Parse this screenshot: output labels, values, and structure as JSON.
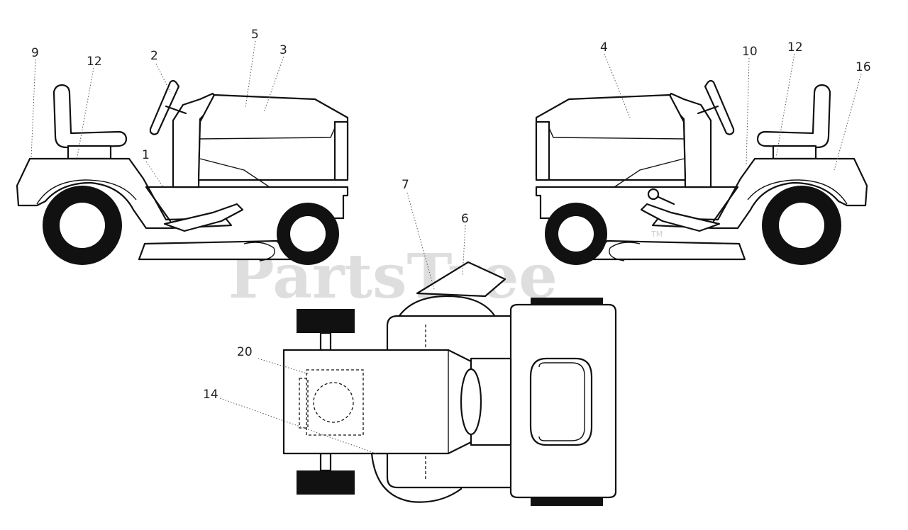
{
  "diagram": {
    "callouts": [
      {
        "id": "c9",
        "label": "9"
      },
      {
        "id": "c12a",
        "label": "12"
      },
      {
        "id": "c2",
        "label": "2"
      },
      {
        "id": "c5",
        "label": "5"
      },
      {
        "id": "c3",
        "label": "3"
      },
      {
        "id": "c1",
        "label": "1"
      },
      {
        "id": "c4",
        "label": "4"
      },
      {
        "id": "c10",
        "label": "10"
      },
      {
        "id": "c12b",
        "label": "12"
      },
      {
        "id": "c16",
        "label": "16"
      },
      {
        "id": "c7",
        "label": "7"
      },
      {
        "id": "c6",
        "label": "6"
      },
      {
        "id": "c20",
        "label": "20"
      },
      {
        "id": "c14",
        "label": "14"
      }
    ]
  },
  "watermark": {
    "text": "PartsTree",
    "trademark": "TM"
  }
}
